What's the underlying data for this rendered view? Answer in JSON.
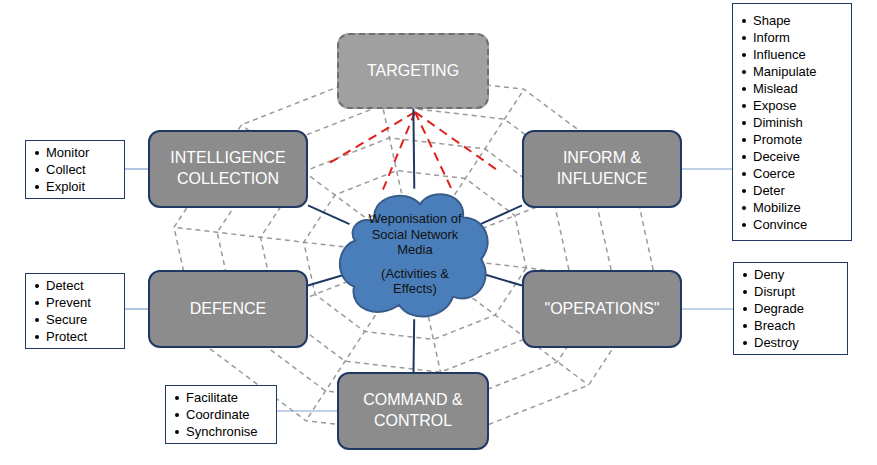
{
  "diagram": {
    "nodes": [
      {
        "text": [
          "TARGETING"
        ]
      },
      {
        "text": [
          "Monitor",
          "Collect",
          "Exploit"
        ]
      },
      {
        "text": [
          "INTELLIGENCE COLLECTION"
        ]
      },
      {
        "text": [
          "Weponisation of Social Network Media",
          "(Activities & Effects)"
        ]
      },
      {
        "text": [
          "INFORM & INFLUENCE"
        ]
      },
      {
        "text": [
          "Shape",
          "Inform",
          "Influence",
          "Manipulate",
          "Mislead",
          "Expose",
          "Diminish",
          "Promote",
          "Deceive",
          "Coerce",
          "Deter",
          "Mobilize",
          "Convince"
        ]
      },
      {
        "text": [
          "Detect",
          "Prevent",
          "Secure",
          "Protect"
        ]
      },
      {
        "text": [
          "DEFENCE"
        ]
      },
      {
        "text": [
          "\"OPERATIONS\""
        ]
      },
      {
        "text": [
          "Deny",
          "Disrupt",
          "Degrade",
          "Breach",
          "Destroy"
        ]
      },
      {
        "text": [
          "Facilitate",
          "Coordinate",
          "Synchronise"
        ]
      },
      {
        "text": [
          "COMMAND & CONTROL"
        ]
      }
    ],
    "edges": [
      {
        "from": 3,
        "to": 0,
        "arrow": "none"
      },
      {
        "from": 3,
        "to": 2,
        "arrow": "none"
      },
      {
        "from": 3,
        "to": 4,
        "arrow": "none"
      },
      {
        "from": 3,
        "to": 7,
        "arrow": "none"
      },
      {
        "from": 3,
        "to": 8,
        "arrow": "none"
      },
      {
        "from": 3,
        "to": 11,
        "arrow": "none"
      },
      {
        "from": 1,
        "to": 2,
        "arrow": "none"
      },
      {
        "from": 5,
        "to": 4,
        "arrow": "none"
      },
      {
        "from": 6,
        "to": 7,
        "arrow": "none"
      },
      {
        "from": 9,
        "to": 8,
        "arrow": "none"
      },
      {
        "from": 10,
        "to": 11,
        "arrow": "none"
      }
    ]
  }
}
